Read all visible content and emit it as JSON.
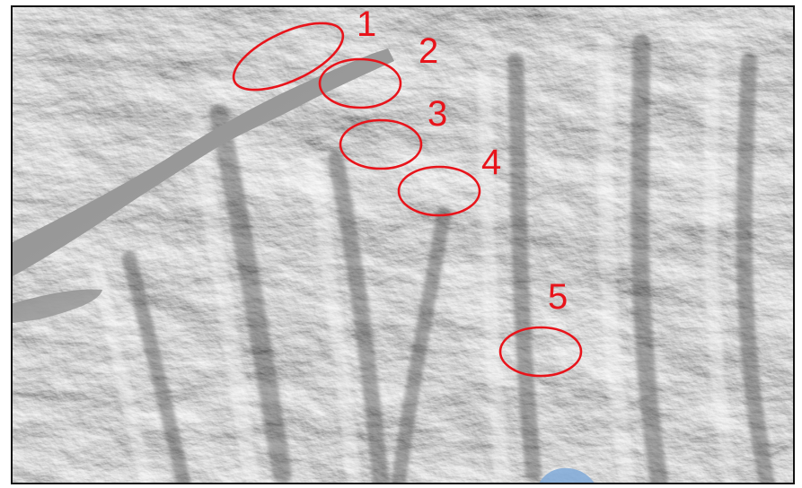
{
  "map": {
    "marker_color": "#e8141b",
    "lake_color": "#9a9a9a",
    "glacier_color": "#7fa9d8",
    "markers": [
      {
        "label": "1"
      },
      {
        "label": "2"
      },
      {
        "label": "3"
      },
      {
        "label": "4"
      },
      {
        "label": "5"
      }
    ]
  }
}
